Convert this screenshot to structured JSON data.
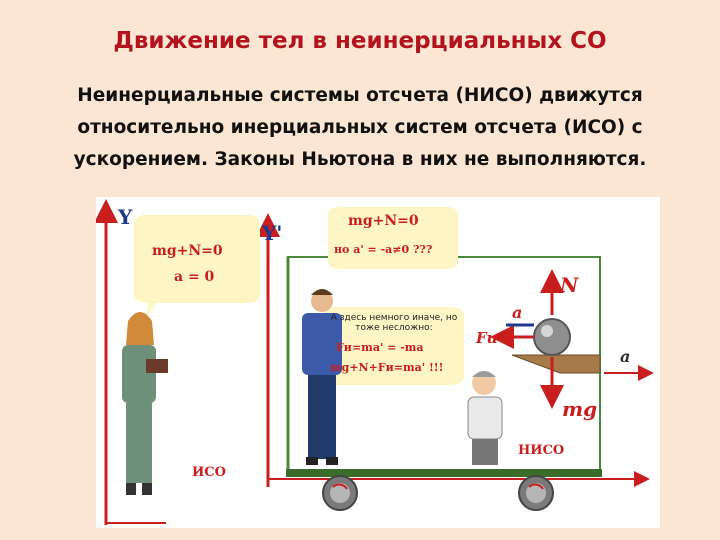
{
  "slide": {
    "title": "Движение тел в неинерциальных СО",
    "body": "Неинерциальные системы отсчета (НИСО) движутся относительно инерциальных систем отсчета (ИСО) с ускорением. Законы Ньютона в них не выполняются."
  },
  "figure": {
    "axis_y_left": "Y",
    "axis_y_right": "Y'",
    "bubble_left": {
      "line1": "mg+N=0",
      "line2": "a = 0"
    },
    "bubble_top": {
      "line1": "mg+N=0",
      "line2": "но a' = -a≠0 ???"
    },
    "bubble_center": {
      "note": "А здесь немного иначе, но тоже несложно:",
      "line1": "Fи=ma' = -ma",
      "line2": "mg+N+Fи=ma' !!!"
    },
    "vector_labels": {
      "N": "N",
      "a": "a",
      "Fi": "Fи",
      "mg": "mg",
      "a_right": "a"
    },
    "label_iso": "ИСО",
    "label_niso": "НИСО"
  },
  "colors": {
    "title": "#b3131b",
    "background": "#fae6d3",
    "axis": "#c81e1e",
    "frame": "#4b8a3a",
    "bubble": "#fdf5c4"
  }
}
